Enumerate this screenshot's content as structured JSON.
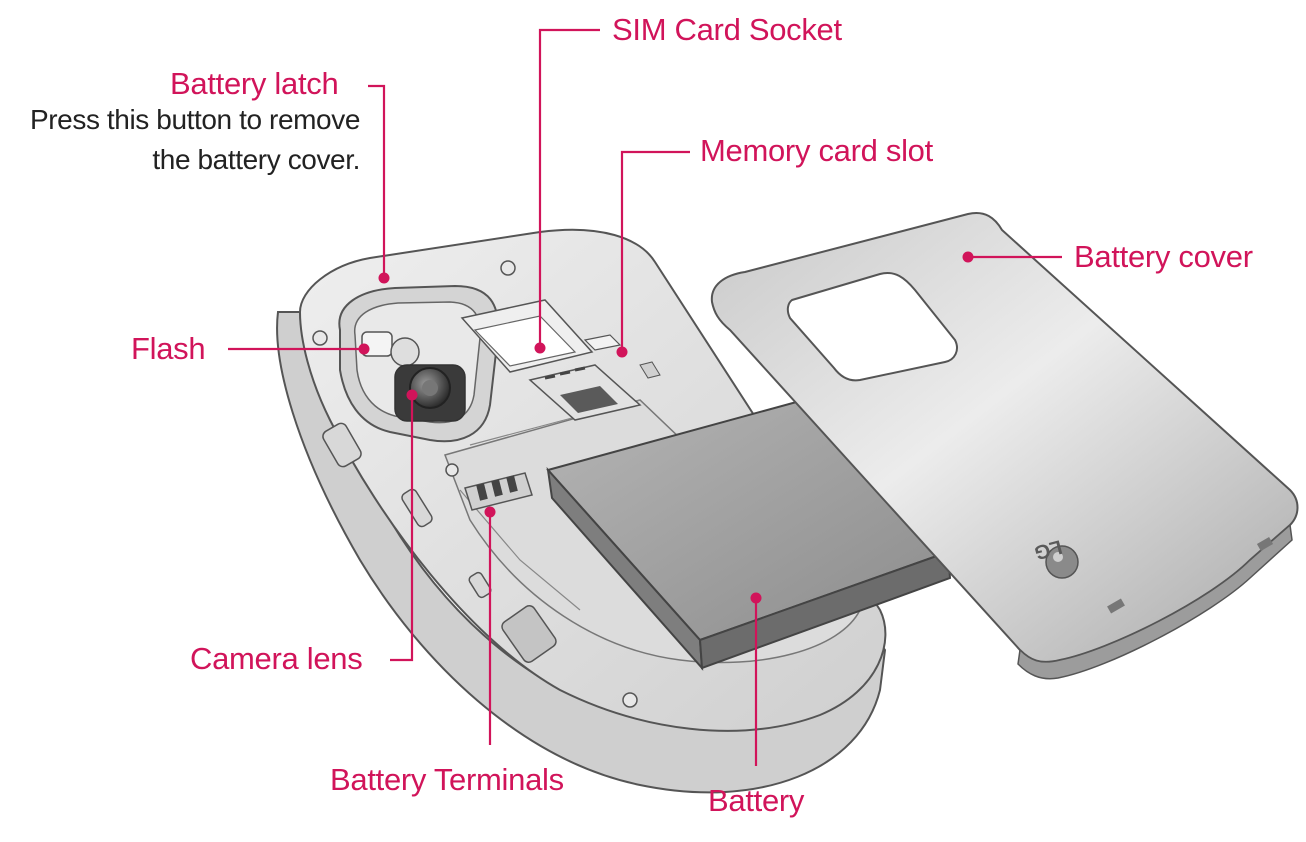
{
  "labels": {
    "sim_card_socket": "SIM Card Socket",
    "battery_latch": "Battery latch",
    "memory_card_slot": "Memory card slot",
    "battery_cover": "Battery cover",
    "flash": "Flash",
    "camera_lens": "Camera lens",
    "battery_terminals": "Battery Terminals",
    "battery": "Battery"
  },
  "battery_latch_description": {
    "line1": "Press this button to remove",
    "line2": "the battery cover."
  },
  "cover_logo": "LG",
  "colors": {
    "callout": "#d1145a",
    "description_text": "#222222",
    "device_outline": "#555555",
    "device_body": "#e4e4e4",
    "battery_body": "#9a9a9a"
  }
}
